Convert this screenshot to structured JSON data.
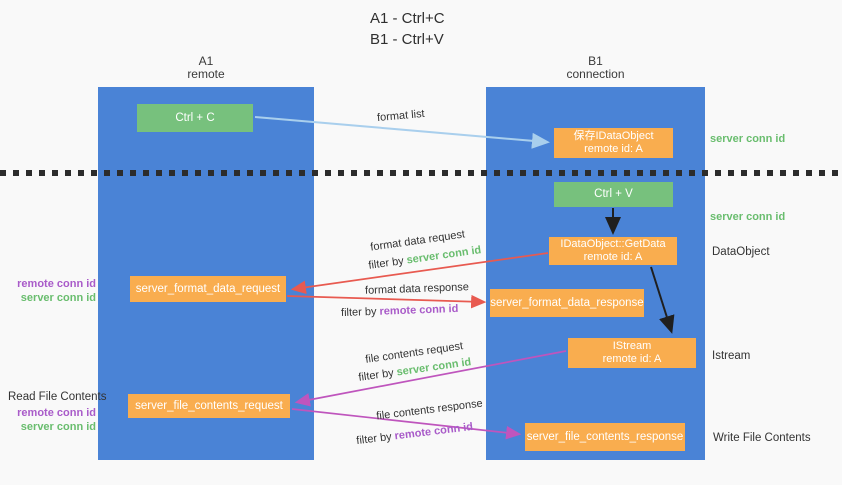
{
  "title": {
    "line1": "A1 - Ctrl+C",
    "line2": "B1 - Ctrl+V"
  },
  "colors": {
    "column_blue": "#4a83d6",
    "box_green": "#77c17d",
    "box_orange": "#f9ad4f",
    "arrow_lightblue": "#a9cfed",
    "arrow_black": "#1f1f1f",
    "arrow_red": "#e85a50",
    "arrow_magenta": "#bf55bd",
    "text_green": "#69bd6e",
    "text_purple": "#a95bc9"
  },
  "columns": {
    "left": {
      "title": "A1",
      "subtitle": "remote"
    },
    "right": {
      "title": "B1",
      "subtitle": "connection"
    }
  },
  "nodes": {
    "ctrl_c": {
      "label": "Ctrl + C"
    },
    "ctrl_v": {
      "label": "Ctrl + V"
    },
    "save_dataobject": {
      "line1": "保存IDataObject",
      "line2": "remote id: A"
    },
    "getdata": {
      "line1": "IDataObject::GetData",
      "line2": "remote id: A"
    },
    "istream": {
      "line1": "IStream",
      "line2": "remote id: A"
    },
    "format_request": {
      "label": "server_format_data_request"
    },
    "format_response": {
      "label": "server_format_data_response"
    },
    "file_request": {
      "label": "server_file_contents_request"
    },
    "file_response": {
      "label": "server_file_contents_response"
    }
  },
  "flow_labels": {
    "format_list": "format list",
    "format_data_request": "format data request",
    "format_data_response": "format data response",
    "file_contents_request": "file contents request",
    "file_contents_response": "file contents response",
    "filter_by": "filter by",
    "server_conn_id": "server conn id",
    "remote_conn_id": "remote conn id"
  },
  "side_labels": {
    "remote_conn_id": "remote conn id",
    "server_conn_id": "server conn id",
    "read_file_contents": "Read File Contents",
    "write_file_contents": "Write File Contents",
    "dataobject": "DataObject",
    "istream": "Istream"
  }
}
